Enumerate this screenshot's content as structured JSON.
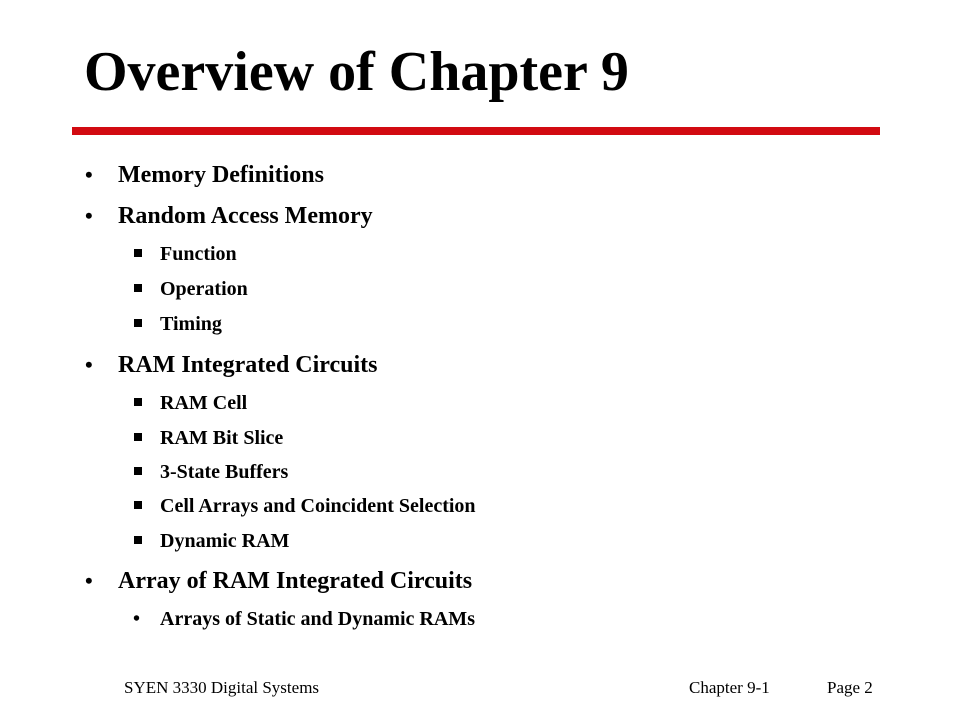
{
  "slide": {
    "title": "Overview of Chapter 9",
    "rule_color": "#d20a11",
    "bullets": [
      {
        "text": "Memory Definitions",
        "level": 1
      },
      {
        "text": "Random Access Memory",
        "level": 1
      },
      {
        "text": "Function",
        "level": 2,
        "marker": "square"
      },
      {
        "text": "Operation",
        "level": 2,
        "marker": "square"
      },
      {
        "text": "Timing",
        "level": 2,
        "marker": "square"
      },
      {
        "text": "RAM Integrated Circuits",
        "level": 1
      },
      {
        "text": "RAM Cell",
        "level": 2,
        "marker": "square"
      },
      {
        "text": "RAM Bit Slice",
        "level": 2,
        "marker": "square"
      },
      {
        "text": "3-State Buffers",
        "level": 2,
        "marker": "square"
      },
      {
        "text": "Cell Arrays and Coincident Selection",
        "level": 2,
        "marker": "square"
      },
      {
        "text": "Dynamic RAM",
        "level": 2,
        "marker": "square"
      },
      {
        "text": "Array of RAM Integrated Circuits",
        "level": 1
      },
      {
        "text": "Arrays of Static and Dynamic RAMs",
        "level": 2,
        "marker": "dot"
      }
    ],
    "footer": {
      "course": "SYEN 3330 Digital Systems",
      "chapter": "Chapter 9-1",
      "page": "Page 2"
    }
  }
}
